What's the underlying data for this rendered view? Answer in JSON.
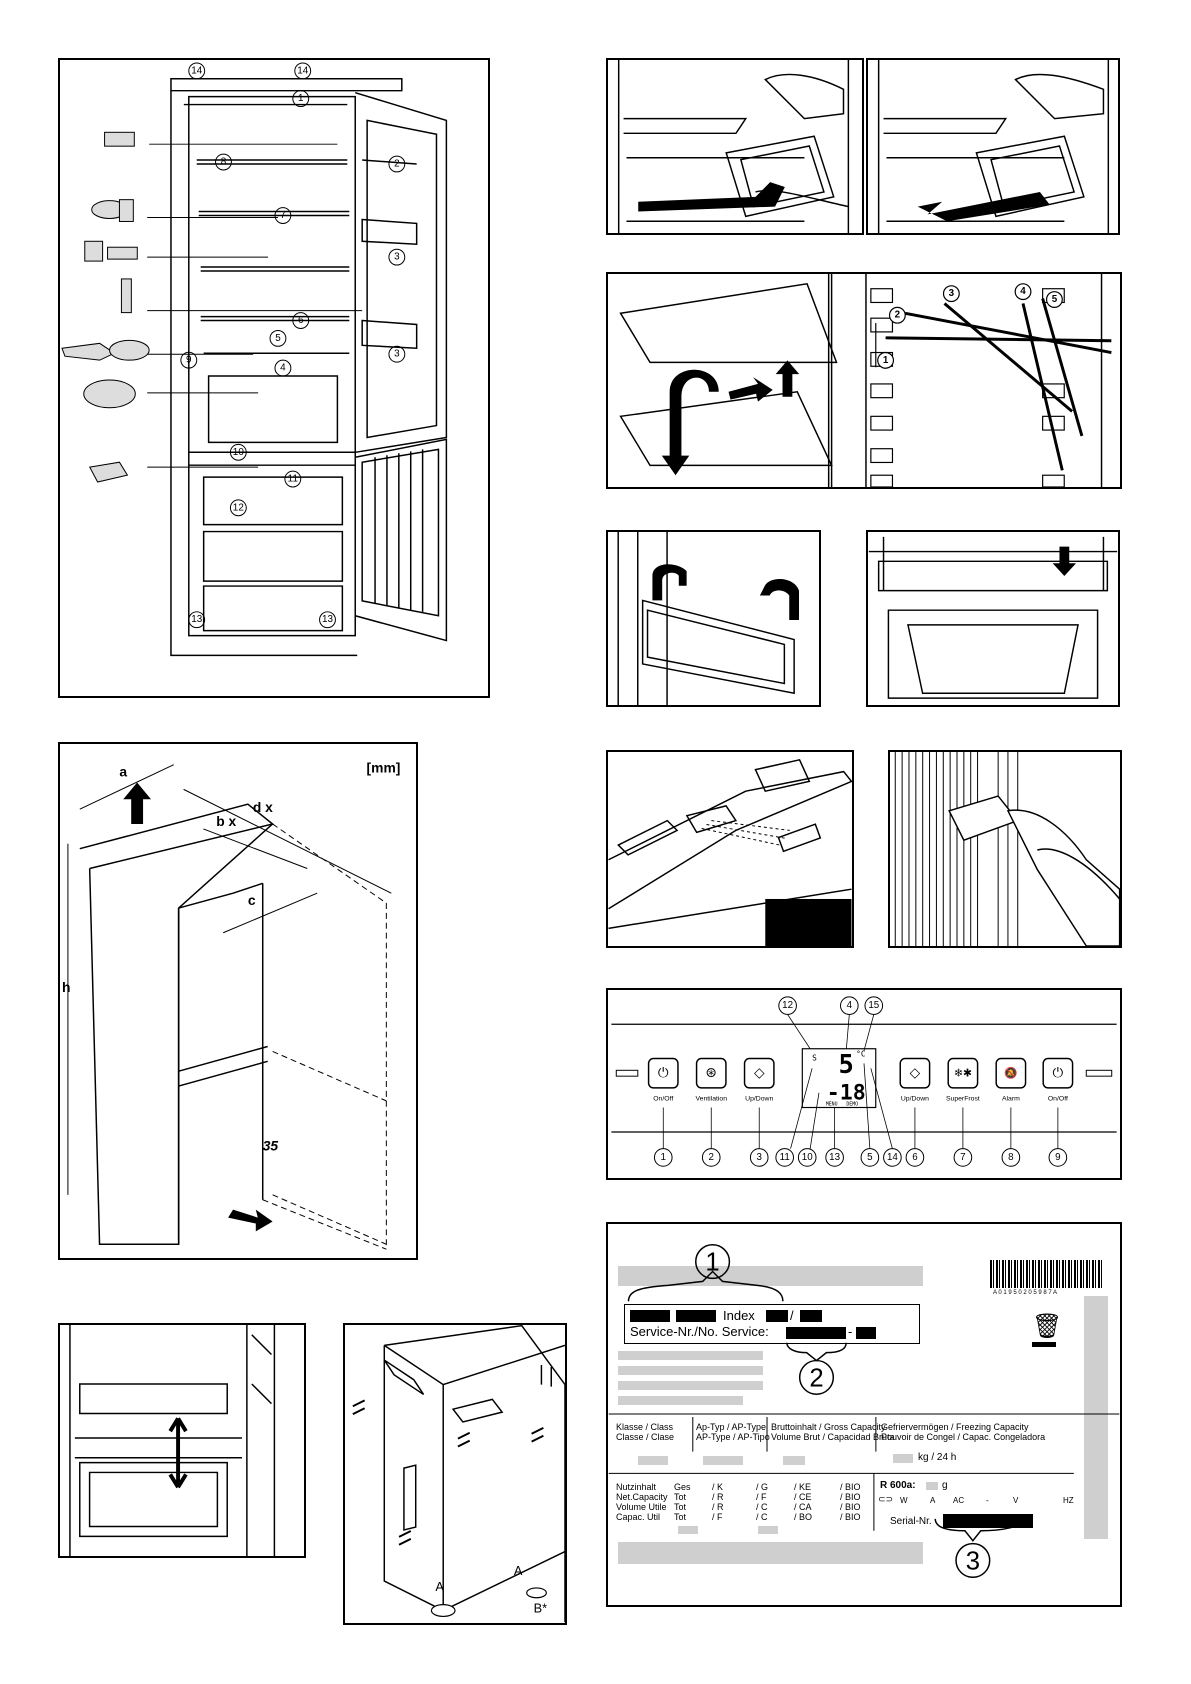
{
  "fridge_overview": {
    "callouts": [
      "14",
      "14",
      "1",
      "2",
      "8",
      "7",
      "3",
      "6",
      "3",
      "5",
      "9",
      "4",
      "10",
      "11",
      "12",
      "13",
      "13"
    ]
  },
  "dimensions": {
    "unit": "[mm]",
    "labels": [
      "a",
      "b x",
      "d x",
      "c",
      "h",
      "35"
    ]
  },
  "leg": {
    "labels": [
      "A",
      "A",
      "B*"
    ]
  },
  "shelf": {
    "callouts": [
      "1",
      "2",
      "3",
      "4",
      "5"
    ]
  },
  "control_panel": {
    "top_callouts": [
      "12",
      "4",
      "15"
    ],
    "display": {
      "upper_digit": "5",
      "unit": "°C",
      "lower_digits": "-18",
      "s_icon": "S",
      "menu": "MENU",
      "demo": "DEMO"
    },
    "buttons": [
      {
        "name": "on-off-left",
        "label": "On/Off",
        "symbol": "⏻"
      },
      {
        "name": "ventilation",
        "label": "Ventilation",
        "symbol": "⊛"
      },
      {
        "name": "up-down-left",
        "label": "Up/Down",
        "symbol": "◇"
      },
      {
        "name": "up-down-right",
        "label": "Up/Down",
        "symbol": "◇"
      },
      {
        "name": "superfrost",
        "label": "SuperFrost",
        "symbol": "❄✱"
      },
      {
        "name": "alarm",
        "label": "Alarm",
        "symbol": "🔕"
      },
      {
        "name": "on-off-right",
        "label": "On/Off",
        "symbol": "⏻"
      }
    ],
    "bottom_callouts": [
      "1",
      "2",
      "3",
      "11",
      "10",
      "13",
      "5",
      "14",
      "6",
      "7",
      "8",
      "9"
    ]
  },
  "rating_plate": {
    "callouts": [
      "1",
      "2",
      "3"
    ],
    "index_label": "Index",
    "service_label": "Service-Nr./No. Service:",
    "barcode_text": "A 0 1 9 5 0 2 0 5 9 8 7 A",
    "col1": [
      "Klasse / Class",
      "Classe / Clase"
    ],
    "col2": [
      "Ap-Typ / AP-Type",
      "AP-Type / AP-Tipo"
    ],
    "col3": [
      "Bruttoinhalt / Gross Capacity",
      "Volume Brut / Capacidad Bruta"
    ],
    "col4": [
      "Gefriervermögen / Freezing Capacity",
      "Pouvoir de Congel / Capac. Congeladora"
    ],
    "freeze_unit": "kg / 24 h",
    "net_labels": [
      "Nutzinhalt",
      "Net.Capacity",
      "Volume Utile",
      "Capac. Util"
    ],
    "net_gross": [
      "Ges",
      "Tot",
      "Tot",
      "Tot"
    ],
    "net_k": [
      "/ K",
      "/ R",
      "/ R",
      "/ F"
    ],
    "net_g": [
      "/ G",
      "/ F",
      "/ C",
      "/ C"
    ],
    "net_ke": [
      "/ KE",
      "/ CE",
      "/ CA",
      "/ BO"
    ],
    "net_bio": [
      "/ BIO",
      "/ BIO",
      "/ BIO",
      "/ BIO"
    ],
    "refrigerant": "R 600a:",
    "refrigerant_unit": "g",
    "electric": [
      "W",
      "A",
      "AC",
      "-",
      "V",
      "HZ"
    ],
    "serial_label": "Serial-Nr."
  }
}
